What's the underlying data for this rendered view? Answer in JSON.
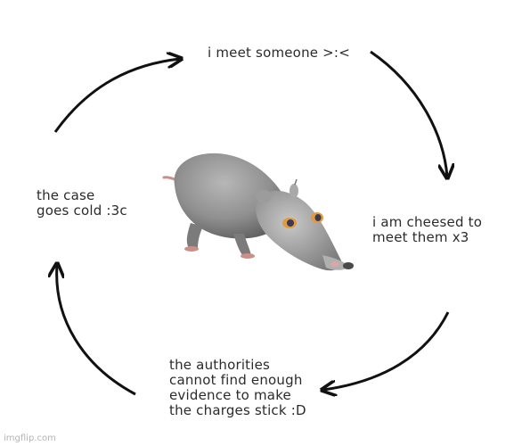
{
  "cycle_steps": [
    {
      "text": "i meet someone >:<"
    },
    {
      "text": "i am cheesed to\nmeet them x3"
    },
    {
      "text": "the authorities\ncannot find enough\nevidence to make\nthe charges stick :D"
    },
    {
      "text": "the case\ngoes cold :3c"
    }
  ],
  "center_image": {
    "icon": "rat-icon",
    "fur_color": "#8c8c8c",
    "eye_color": "#e19a3c"
  },
  "watermark": "imgflip.com",
  "colors": {
    "arrow": "#111111",
    "text": "#2b2b2b"
  }
}
